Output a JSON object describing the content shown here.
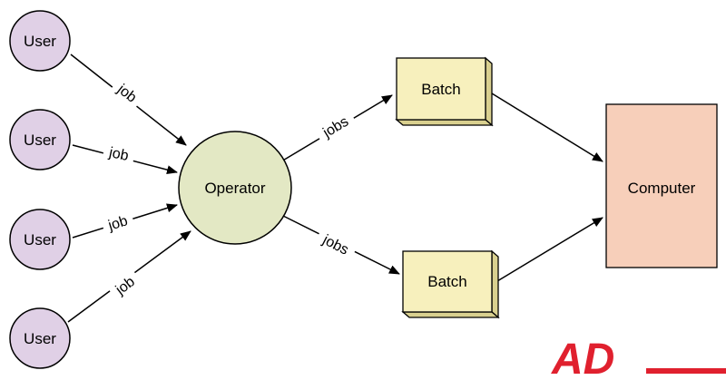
{
  "nodes": {
    "user1": "User",
    "user2": "User",
    "user3": "User",
    "user4": "User",
    "operator": "Operator",
    "batch1": "Batch",
    "batch2": "Batch",
    "computer": "Computer"
  },
  "edges": {
    "user1_operator": "job",
    "user2_operator": "job",
    "user3_operator": "job",
    "user4_operator": "job",
    "operator_batch1": "jobs",
    "operator_batch2": "jobs"
  },
  "colors": {
    "user_fill": "#e0d0e6",
    "operator_fill": "#e3e8c4",
    "batch_fill": "#f7f0bd",
    "computer_fill": "#f7cfba",
    "logo": "#e0202e"
  },
  "logo": {
    "text": "AD"
  }
}
